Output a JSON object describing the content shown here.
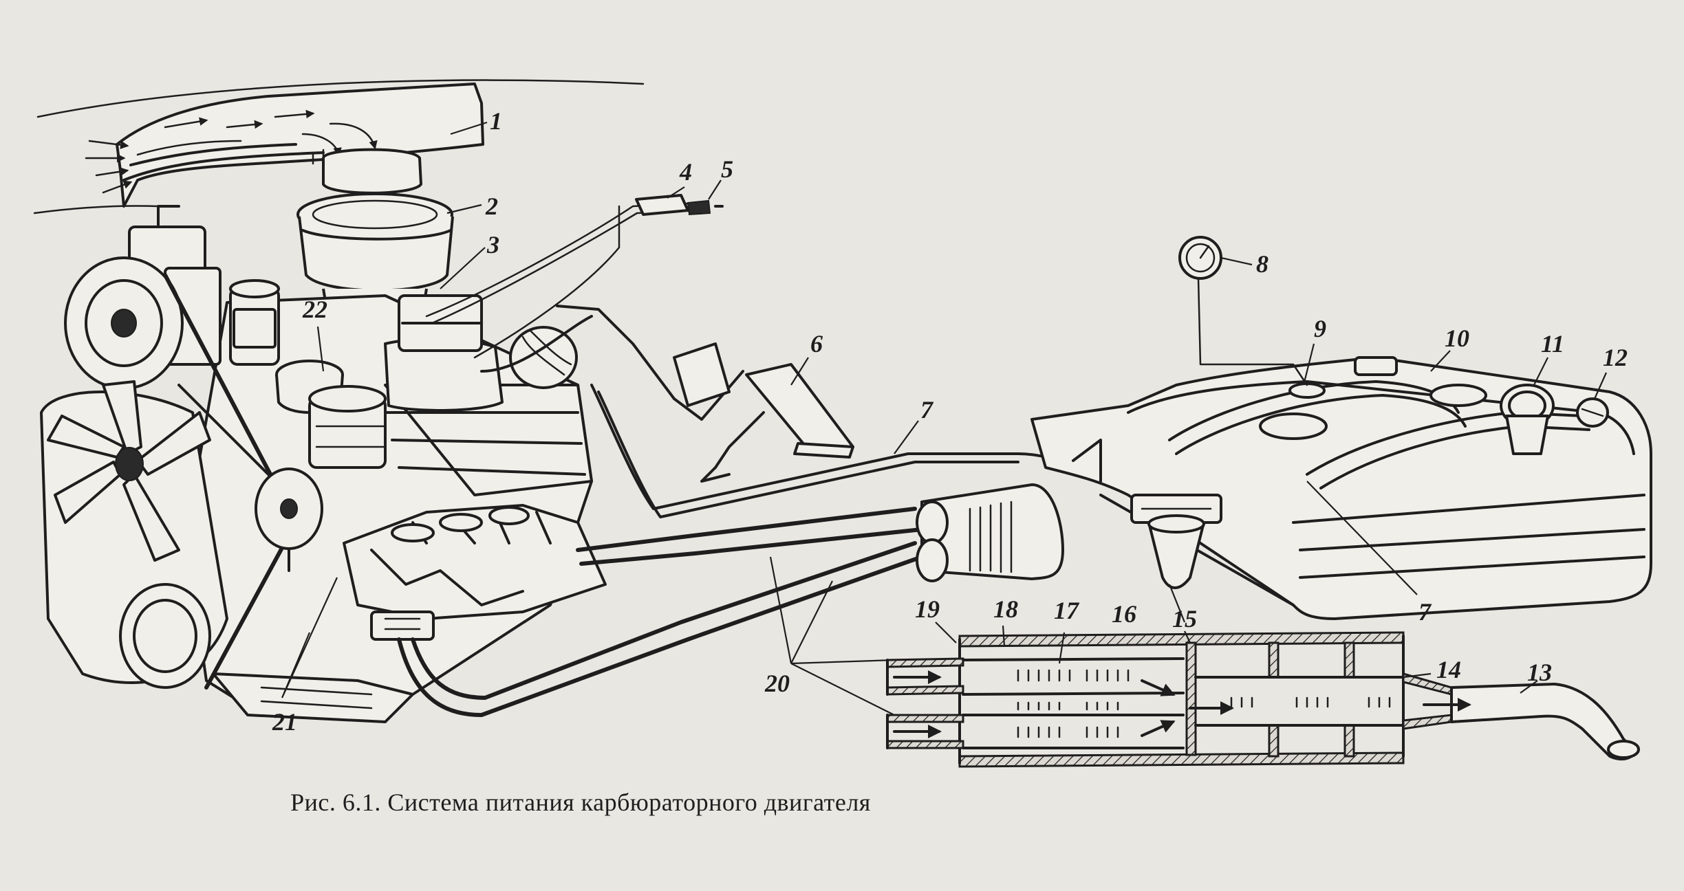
{
  "figure": {
    "caption": "Рис. 6.1. Система питания карбюраторного двигателя"
  },
  "callouts": {
    "c1": "1",
    "c2": "2",
    "c3": "3",
    "c4": "4",
    "c5": "5",
    "c6": "6",
    "c7a": "7",
    "c7b": "7",
    "c8": "8",
    "c9": "9",
    "c10": "10",
    "c11": "11",
    "c12": "12",
    "c13": "13",
    "c14": "14",
    "c15": "15",
    "c16": "16",
    "c17": "17",
    "c18": "18",
    "c19": "19",
    "c20": "20",
    "c21": "21",
    "c22": "22"
  },
  "icons": {
    "fuel_gauge": "gauge-icon",
    "flow_arrow": "arrow-right-icon"
  },
  "colors": {
    "paper": "#e9e7e2",
    "ink": "#1e1e1e"
  }
}
